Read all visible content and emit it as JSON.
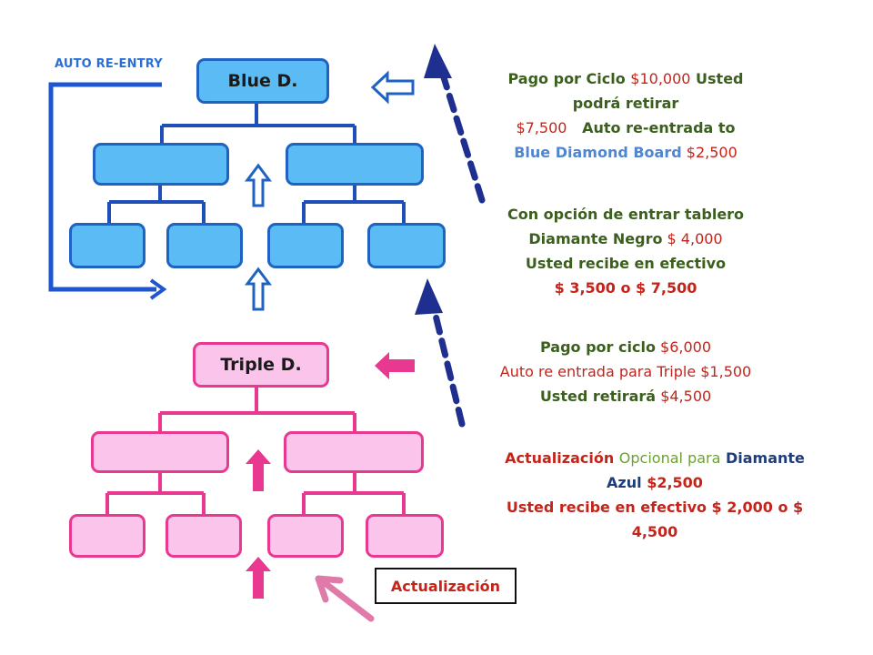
{
  "labels": {
    "auto_reentry": "AUTO RE-ENTRY",
    "blue_board": "Blue D.",
    "triple_board": "Triple D.",
    "update_box": "Actualización"
  },
  "blue_info": {
    "l1a": "Pago por Ciclo ",
    "l1b": "$10,000",
    "l1c": " Usted",
    "l2": "podrá retirar",
    "l3a": "$7,500",
    "l3b": "   Auto re-entrada to",
    "l4a": "Blue Diamond Board",
    "l4b": " $2,500"
  },
  "black_info": {
    "l1": "Con opción de entrar tablero",
    "l2a": "Diamante Negro",
    "l2b": " $ 4,000",
    "l3": "Usted recibe en efectivo",
    "l4": "$ 3,500 o $ 7,500"
  },
  "triple_info": {
    "l1a": "Pago por ciclo",
    "l1b": " $6,000",
    "l2": "Auto re entrada para Triple $1,500",
    "l3a": "Usted retirará",
    "l3b": " $4,500"
  },
  "upgrade_info": {
    "l1a": "Actualización ",
    "l1b": "Opcional para",
    "l1c": " Diamante",
    "l2a": "Azul",
    "l2b": " $2,500",
    "l3": "Usted recibe en efectivo $ 2,000 o $",
    "l4": "4,500"
  },
  "colors": {
    "blue_fill": "#5bbcf5",
    "blue_border": "#1e63c2",
    "pink_fill": "#fbc4ea",
    "pink_border": "#e8388f",
    "navy": "#1f2f8f",
    "text_green": "#3b5f1d",
    "text_red": "#c4241a"
  }
}
